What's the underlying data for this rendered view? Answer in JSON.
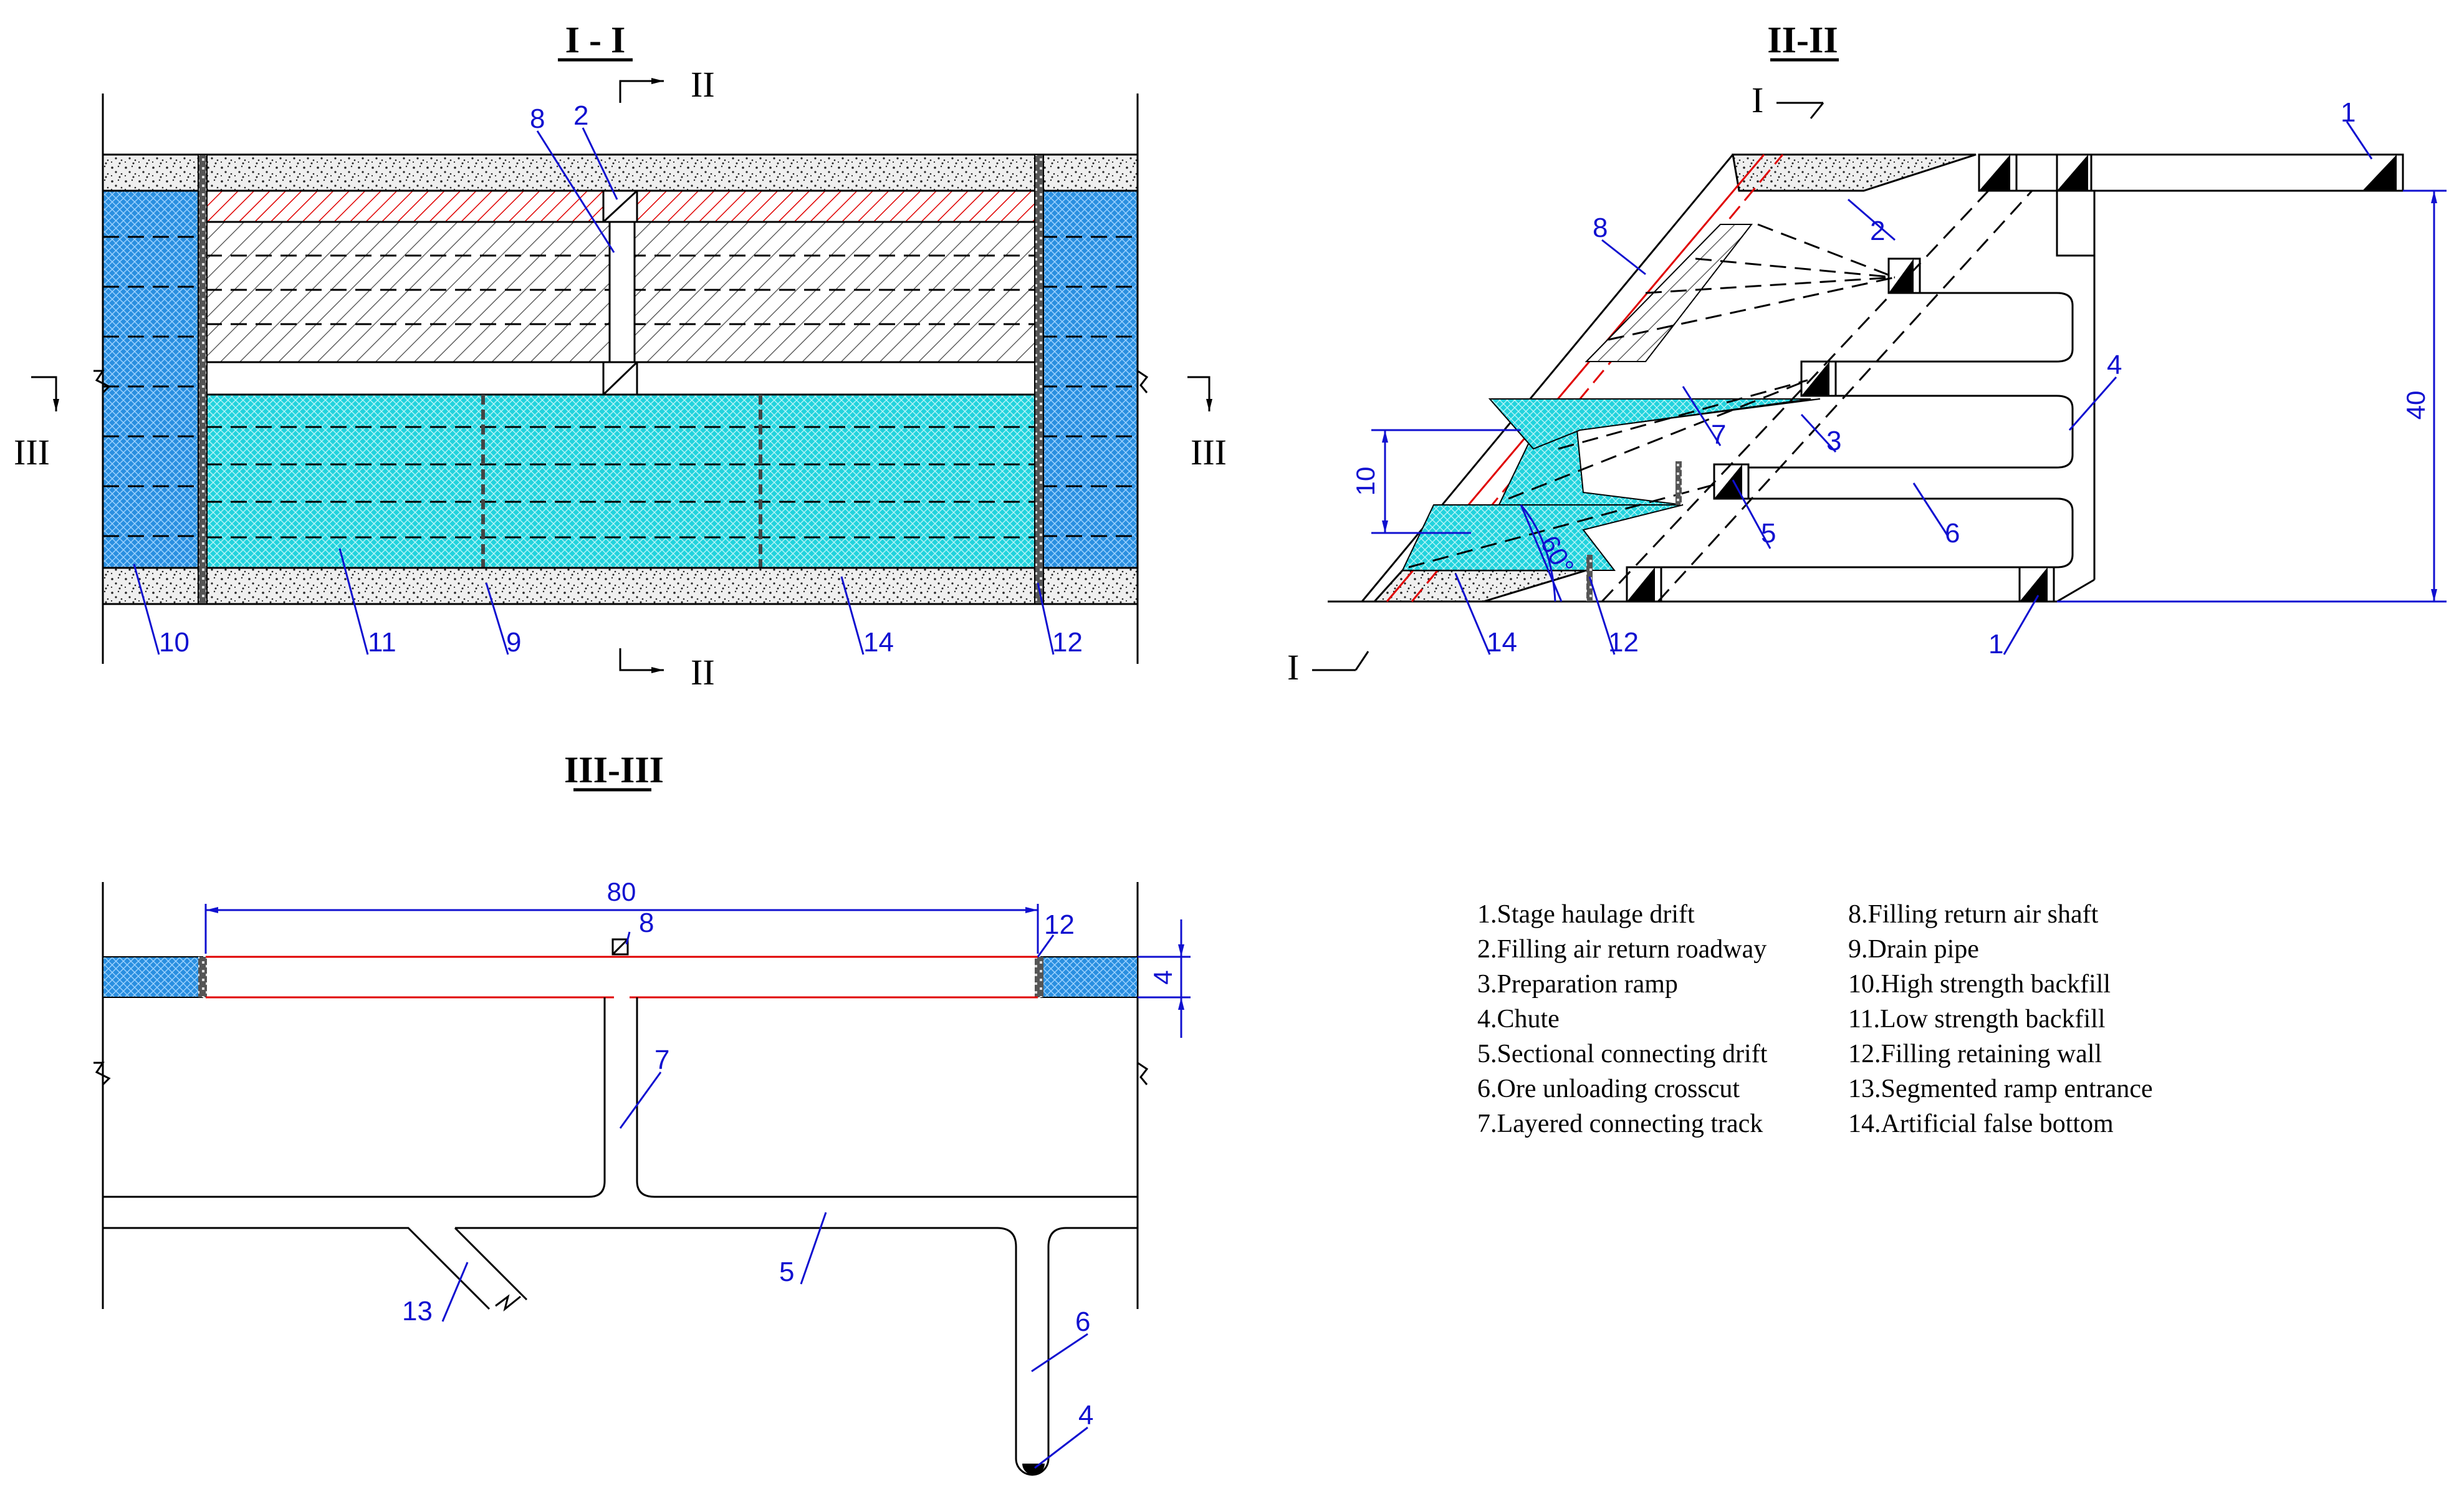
{
  "titles": {
    "sec1": "I - I",
    "sec2": "II-II",
    "sec3": "III-III"
  },
  "section_marks": {
    "II": "II",
    "III": "III",
    "I": "I"
  },
  "view1_labels": {
    "l8": "8",
    "l2": "2",
    "l10": "10",
    "l11": "11",
    "l9": "9",
    "l14": "14",
    "l12": "12"
  },
  "view2_labels": {
    "l1a": "1",
    "l8": "8",
    "l2": "2",
    "l4": "4",
    "l7": "7",
    "l3": "3",
    "l5": "5",
    "l6": "6",
    "l14": "14",
    "l12": "12",
    "l1b": "1"
  },
  "view2_dims": {
    "height": "40",
    "layer": "10",
    "angle": "60°"
  },
  "view3_labels": {
    "l8": "8",
    "l12": "12",
    "l7": "7",
    "l5": "5",
    "l13": "13",
    "l6": "6",
    "l4": "4"
  },
  "view3_dims": {
    "length": "80",
    "width": "4"
  },
  "legend_left": [
    "1.Stage haulage drift",
    "2.Filling air return roadway",
    "3.Preparation ramp",
    "4.Chute",
    "5.Sectional connecting drift",
    "6.Ore unloading crosscut",
    "7.Layered connecting track"
  ],
  "legend_right": [
    "8.Filling return air shaft",
    "9.Drain pipe",
    "10.High strength backfill",
    "11.Low strength backfill",
    "12.Filling retaining wall",
    "13.Segmented ramp entrance",
    "14.Artificial false bottom"
  ],
  "colors": {
    "high_strength": "#2a8fe0",
    "low_strength": "#22d3dd",
    "gravel": "#bdbdbd",
    "hatch_red": "#e00000",
    "leader": "#1010d0"
  }
}
